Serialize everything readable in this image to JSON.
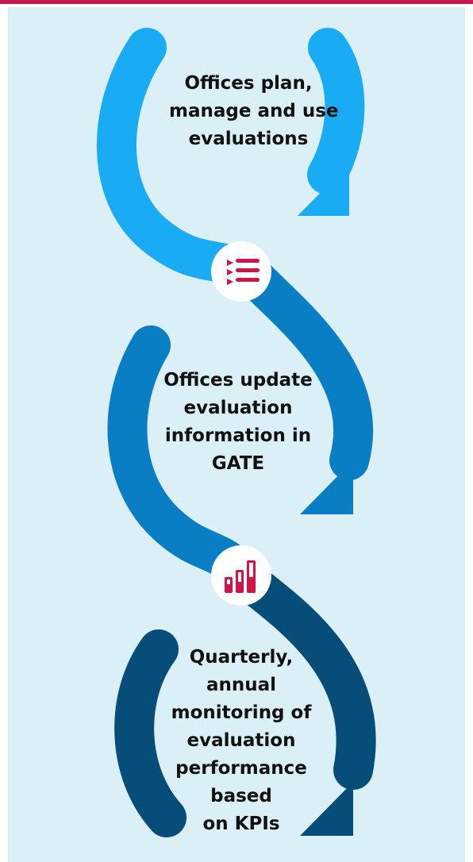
{
  "colors": {
    "top_rule": "#c8174f",
    "panel_background": "#dbeff7",
    "arrow_1": "#19acf4",
    "arrow_2": "#0a7ec4",
    "arrow_3": "#064d79",
    "icon_circle": "#ffffff",
    "icon_accent": "#d0144a",
    "text": "#111111"
  },
  "steps": [
    {
      "lines": [
        "Offices plan,",
        "manage and use",
        "evaluations"
      ]
    },
    {
      "lines": [
        "Offices update",
        "evaluation",
        "information in",
        "GATE"
      ]
    },
    {
      "lines": [
        "Quarterly,",
        "annual",
        "monitoring of",
        "evaluation",
        "performance",
        "based",
        "on KPIs"
      ]
    }
  ],
  "icons": [
    {
      "name": "list-icon"
    },
    {
      "name": "bar-chart-icon"
    }
  ]
}
